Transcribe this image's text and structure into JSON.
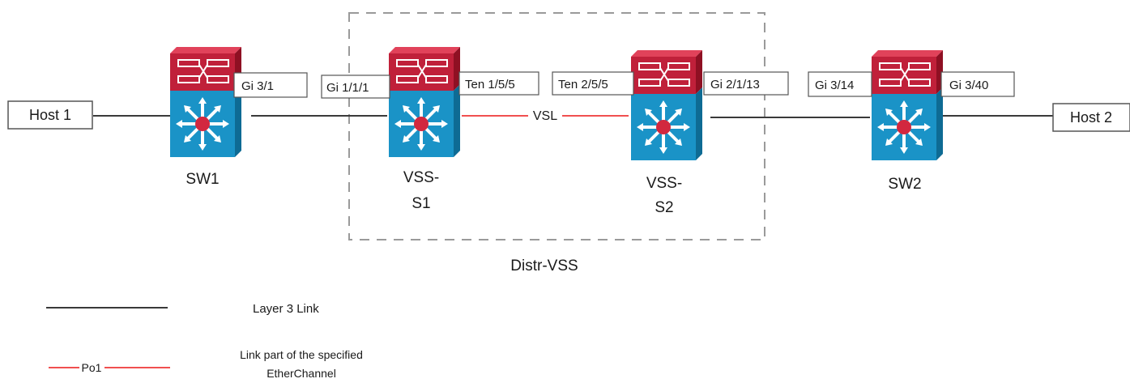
{
  "hosts": {
    "host1": "Host 1",
    "host2": "Host 2"
  },
  "switches": {
    "sw1": "SW1",
    "vss_s1_line1": "VSS-",
    "vss_s1_line2": "S1",
    "vss_s2_line1": "VSS-",
    "vss_s2_line2": "S2",
    "sw2": "SW2"
  },
  "ports": {
    "sw1_gi": "Gi 3/1",
    "s1_gi": "Gi 1/1/1",
    "s1_ten": "Ten 1/5/5",
    "s2_ten": "Ten 2/5/5",
    "s2_gi": "Gi 2/1/13",
    "sw2_gi_left": "Gi 3/14",
    "sw2_gi_right": "Gi 3/40"
  },
  "links": {
    "vsl_label": "VSL"
  },
  "group": {
    "label": "Distr-VSS"
  },
  "legend": {
    "layer3_text": "Layer 3 Link",
    "po_sample": "Po1",
    "etherchannel_line1": "Link part of the specified",
    "etherchannel_line2": "EtherChannel"
  },
  "colors": {
    "layer3_link": "#3a3a3a",
    "etherchannel_link": "#f05050",
    "switch_top": "#c0203a",
    "switch_body": "#1a93c7",
    "dashed_border": "#9a9a9a"
  },
  "icons": [
    "multilayer-switch-icon"
  ]
}
